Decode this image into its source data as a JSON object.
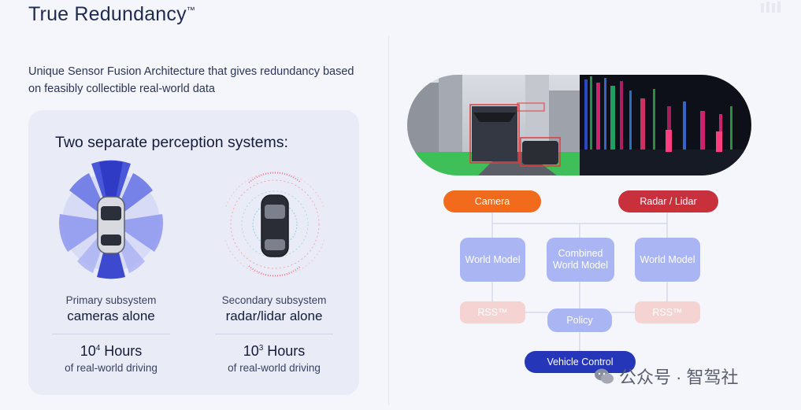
{
  "header": {
    "title": "True Redundancy",
    "title_mark": "™"
  },
  "intro": {
    "subtitle": "Unique Sensor Fusion Architecture that gives redundancy based on feasibly collectible real-world data"
  },
  "perception": {
    "heading": "Two separate perception systems:",
    "systems": [
      {
        "label": "Primary subsystem",
        "strong": "cameras alone",
        "hours_base": "10",
        "hours_exp": "4",
        "hours_unit": " Hours",
        "hours_sub": "of real-world driving"
      },
      {
        "label": "Secondary subsystem",
        "strong": "radar/lidar alone",
        "hours_base": "10",
        "hours_exp": "3",
        "hours_unit": " Hours",
        "hours_sub": "of real-world driving"
      }
    ]
  },
  "flow": {
    "camera": "Camera",
    "radar_lidar": "Radar / Lidar",
    "world_model_left": "World Model",
    "combined": "Combined World Model",
    "world_model_right": "World Model",
    "rss_left": "RSS™",
    "policy": "Policy",
    "rss_right": "RSS™",
    "vehicle_control": "Vehicle Control"
  },
  "watermark": {
    "text": "公众号 · 智驾社"
  },
  "colors": {
    "title": "#1e2a4f",
    "camera": "#f26a1b",
    "radar": "#c8313c",
    "model_box": "#aab6f4",
    "rss": "#f6d3d3",
    "policy": "#aab6f4",
    "vehicle_control": "#2537b8",
    "card": "#e9ebf7"
  }
}
